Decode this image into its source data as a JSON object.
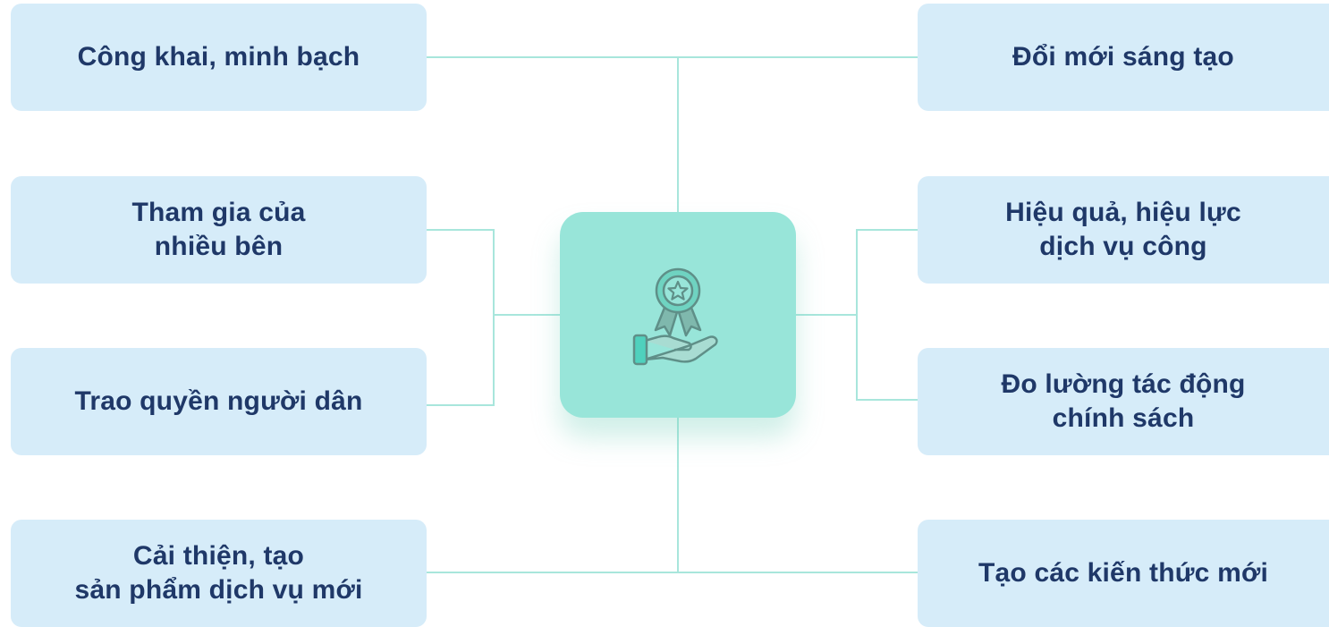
{
  "diagram": {
    "line_color": "#a8e6dc",
    "box_color": "#d6ecf9",
    "text_color": "#1f3868",
    "center_color": "#98e5d9",
    "center_icon": "hand-award-medal-icon",
    "left_items": [
      {
        "label": "Công khai, minh bạch"
      },
      {
        "label": "Tham gia của\nnhiều bên"
      },
      {
        "label": "Trao quyền người dân"
      },
      {
        "label": "Cải thiện, tạo\nsản phẩm dịch vụ mới"
      }
    ],
    "right_items": [
      {
        "label": "Đổi mới sáng tạo"
      },
      {
        "label": "Hiệu quả, hiệu lực\ndịch vụ công"
      },
      {
        "label": "Đo lường tác động\nchính sách"
      },
      {
        "label": "Tạo các kiến thức mới"
      }
    ]
  }
}
